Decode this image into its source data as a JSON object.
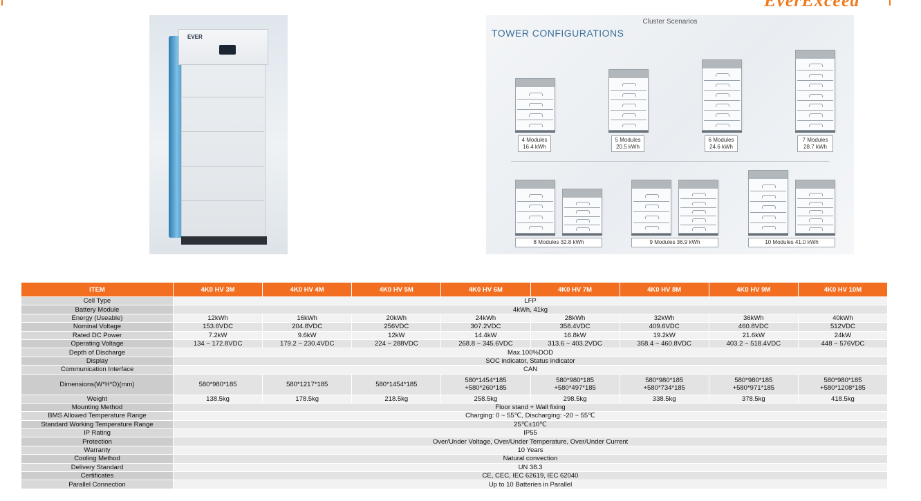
{
  "header": {
    "brand": "EverExceed"
  },
  "product_image": {
    "logo": "EVER"
  },
  "tower_config": {
    "caption": "Cluster Scenarios",
    "title": "TOWER CONFIGURATIONS",
    "singles": [
      {
        "line1": "4 Modules",
        "line2": "16.4 kWh"
      },
      {
        "line1": "5 Modules",
        "line2": "20.5 kWh"
      },
      {
        "line1": "6 Modules",
        "line2": "24.6 kWh"
      },
      {
        "line1": "7 Modules",
        "line2": "28.7 kWh"
      }
    ],
    "doubles": [
      {
        "label": "8 Modules 32.8 kWh"
      },
      {
        "label": "9  Modules 36.9 kWh"
      },
      {
        "label": "10 Modules 41.0 kWh"
      }
    ]
  },
  "table": {
    "headers": [
      "ITEM",
      "4K0 HV 3M",
      "4K0 HV 4M",
      "4K0 HV 5M",
      "4K0 HV 6M",
      "4K0 HV 7M",
      "4K0 HV 8M",
      "4K0 HV 9M",
      "4K0 HV 10M"
    ],
    "rows": [
      {
        "label": "Cell Type",
        "span": "LFP"
      },
      {
        "label": "Battery Module",
        "span": "4kWh, 41kg"
      },
      {
        "label": "Energy (Useable)",
        "values": [
          "12kWh",
          "16kWh",
          "20kWh",
          "24kWh",
          "28kWh",
          "32kWh",
          "36kWh",
          "40kWh"
        ]
      },
      {
        "label": "Nominal Voltage",
        "values": [
          "153.6VDC",
          "204.8VDC",
          "256VDC",
          "307.2VDC",
          "358.4VDC",
          "409.6VDC",
          "460.8VDC",
          "512VDC"
        ]
      },
      {
        "label": "Rated DC Power",
        "values": [
          "7.2kW",
          "9.6kW",
          "12kW",
          "14.4kW",
          "16.8kW",
          "19.2kW",
          "21.6kW",
          "24kW"
        ]
      },
      {
        "label": "Operating Voltage",
        "values": [
          "134 ~ 172.8VDC",
          "179.2 ~ 230.4VDC",
          "224 ~ 288VDC",
          "268.8 ~ 345.6VDC",
          "313.6 ~ 403.2VDC",
          "358.4 ~ 460.8VDC",
          "403.2 ~ 518.4VDC",
          "448 ~ 576VDC"
        ]
      },
      {
        "label": "Depth of Discharge",
        "span": "Max.100%DOD"
      },
      {
        "label": "Display",
        "span": "SOC indicator, Status indicator"
      },
      {
        "label": "Communication Interface",
        "span": "CAN"
      },
      {
        "label": "Dimensions(W*H*D)(mm)",
        "tall": true,
        "values": [
          [
            "580*980*185"
          ],
          [
            "580*1217*185"
          ],
          [
            "580*1454*185"
          ],
          [
            "580*1454*185",
            "+580*260*185"
          ],
          [
            "580*980*185",
            "+580*497*185"
          ],
          [
            "580*980*185",
            "+580*734*185"
          ],
          [
            "580*980*185",
            "+580*971*185"
          ],
          [
            "580*980*185",
            "+580*1208*185"
          ]
        ]
      },
      {
        "label": "Weight",
        "values": [
          "138.5kg",
          "178.5kg",
          "218.5kg",
          "258.5kg",
          "298.5kg",
          "338.5kg",
          "378.5kg",
          "418.5kg"
        ]
      },
      {
        "label": "Mounting Method",
        "span": "Floor stand + Wall fixing"
      },
      {
        "label": "BMS Allowed Temperature Range",
        "span": "Charging: 0 ~ 55℃, Discharging: -20 ~ 55℃"
      },
      {
        "label": "Standard Working Temperature Range",
        "span": "25℃±10℃"
      },
      {
        "label": "IP Rating",
        "span": "IP55"
      },
      {
        "label": "Protection",
        "span": "Over/Under Voltage, Over/Under Temperature, Over/Under Current"
      },
      {
        "label": "Warranty",
        "span": "10 Years"
      },
      {
        "label": "Cooling Method",
        "span": "Natural convection"
      },
      {
        "label": "Delivery Standard",
        "span": "UN 38.3"
      },
      {
        "label": "Certificates",
        "span": "CE, CEC, IEC 62619, IEC 62040"
      },
      {
        "label": "Parallel Connection",
        "span": "Up to 10 Batteries in Parallel"
      }
    ]
  }
}
